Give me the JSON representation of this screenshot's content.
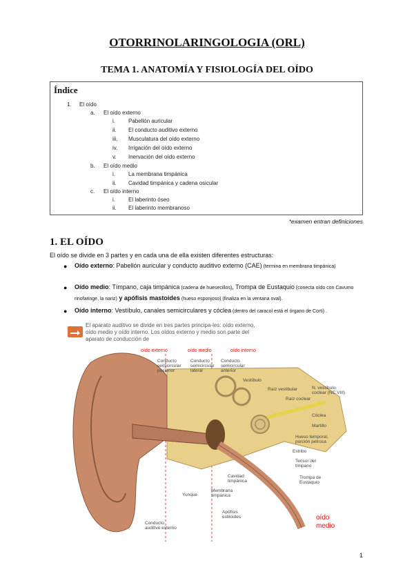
{
  "header": {
    "title": "OTORRINOLARINGOLOGIA (ORL)",
    "subtitle": "TEMA 1. ANATOMÍA Y FISIOLOGÍA DEL OÍDO"
  },
  "index": {
    "title": "Índice",
    "items": [
      {
        "num": "1.",
        "text": "El oído"
      },
      {
        "num": "a.",
        "text": "El oído externo"
      },
      {
        "num": "i.",
        "text": "Pabellón auricular"
      },
      {
        "num": "ii.",
        "text": "El conducto auditivo externo"
      },
      {
        "num": "iii.",
        "text": "Musculatura del oído externo"
      },
      {
        "num": "iv.",
        "text": "Irrigación del oído externo"
      },
      {
        "num": "v.",
        "text": "Inervación del oído externo"
      },
      {
        "num": "b.",
        "text": "El oído medio"
      },
      {
        "num": "i.",
        "text": "La membrana timpánica"
      },
      {
        "num": "ii.",
        "text": "Cavidad timpánica y cadena osicular"
      },
      {
        "num": "c.",
        "text": "El oído interno"
      },
      {
        "num": "i.",
        "text": "El laberinto óseo"
      },
      {
        "num": "ii.",
        "text": "El laberinto membranoso"
      }
    ],
    "note": "*examen entran definiciones"
  },
  "section": {
    "title": "1. EL OÍDO",
    "intro": "El oído se divide en 3 partes y en cada una de ella existen diferentes estructuras:",
    "bullets": [
      {
        "label": "Oído externo",
        "text": ": Pabellón auricular y conducto auditivo externo (CAE)",
        "small": " (termina en membrana timpánica)"
      },
      {
        "label": "Oído medio",
        "text": ": Tímpano, caja timpánica",
        "small1": " (cadena de huesecillos)",
        "text2": ", Trompa de Eustaquio",
        "small2": " (conecta oído con Cavumo rinofaringe, la nariz)",
        "text3": " y apófisis mastoides",
        "small3": " (hueso esponjoso) (finaliza en la ventana oval)."
      },
      {
        "label": "Oído interno",
        "text": ": Vestíbulo, canales semicirculares y cóclea",
        "small": " (dentro del caracol está el órgano de Corti) ."
      }
    ]
  },
  "figure": {
    "caption": "El aparato auditivo se divide en tres partes principa-les: oído externo, oído medio y oído interno. Los oídos externo y medio son parte del aparato de conducción de",
    "region_labels": [
      "oído externo",
      "oído medio",
      "oído interno"
    ],
    "labels": {
      "conducto_posterior": "Conducto semicircular posterior",
      "conducto_lateral": "Conducto semicircular lateral",
      "conducto_anterior": "Conducto semicircular anterior",
      "vestibulo": "Vestíbulo",
      "raiz_vestibular": "Raíz vestibular",
      "raiz_coclear": "Raíz coclear",
      "n_vestibulococlear": "N. vestíbulo-coclear (NC VIII)",
      "coclea": "Cóclea",
      "martillo": "Martillo",
      "hueso_temporal": "Hueso temporal, porción petrosa",
      "estribo": "Estribo",
      "tensor": "Tensor del tímpano",
      "trompa": "Trompa de Eustaquio",
      "cavidad": "Cavidad timpánica",
      "yunque": "Yunque",
      "membrana": "Membrana timpánica",
      "apofisis": "Apófisis estiloides",
      "conducto_auditivo": "Conducto auditivo externo",
      "oido_medio_red": "oído medio"
    }
  },
  "footer": {
    "page": "1"
  },
  "colors": {
    "accent_red": "#d11111",
    "bone": "#e8cf8a",
    "skin": "#c98a6a"
  }
}
